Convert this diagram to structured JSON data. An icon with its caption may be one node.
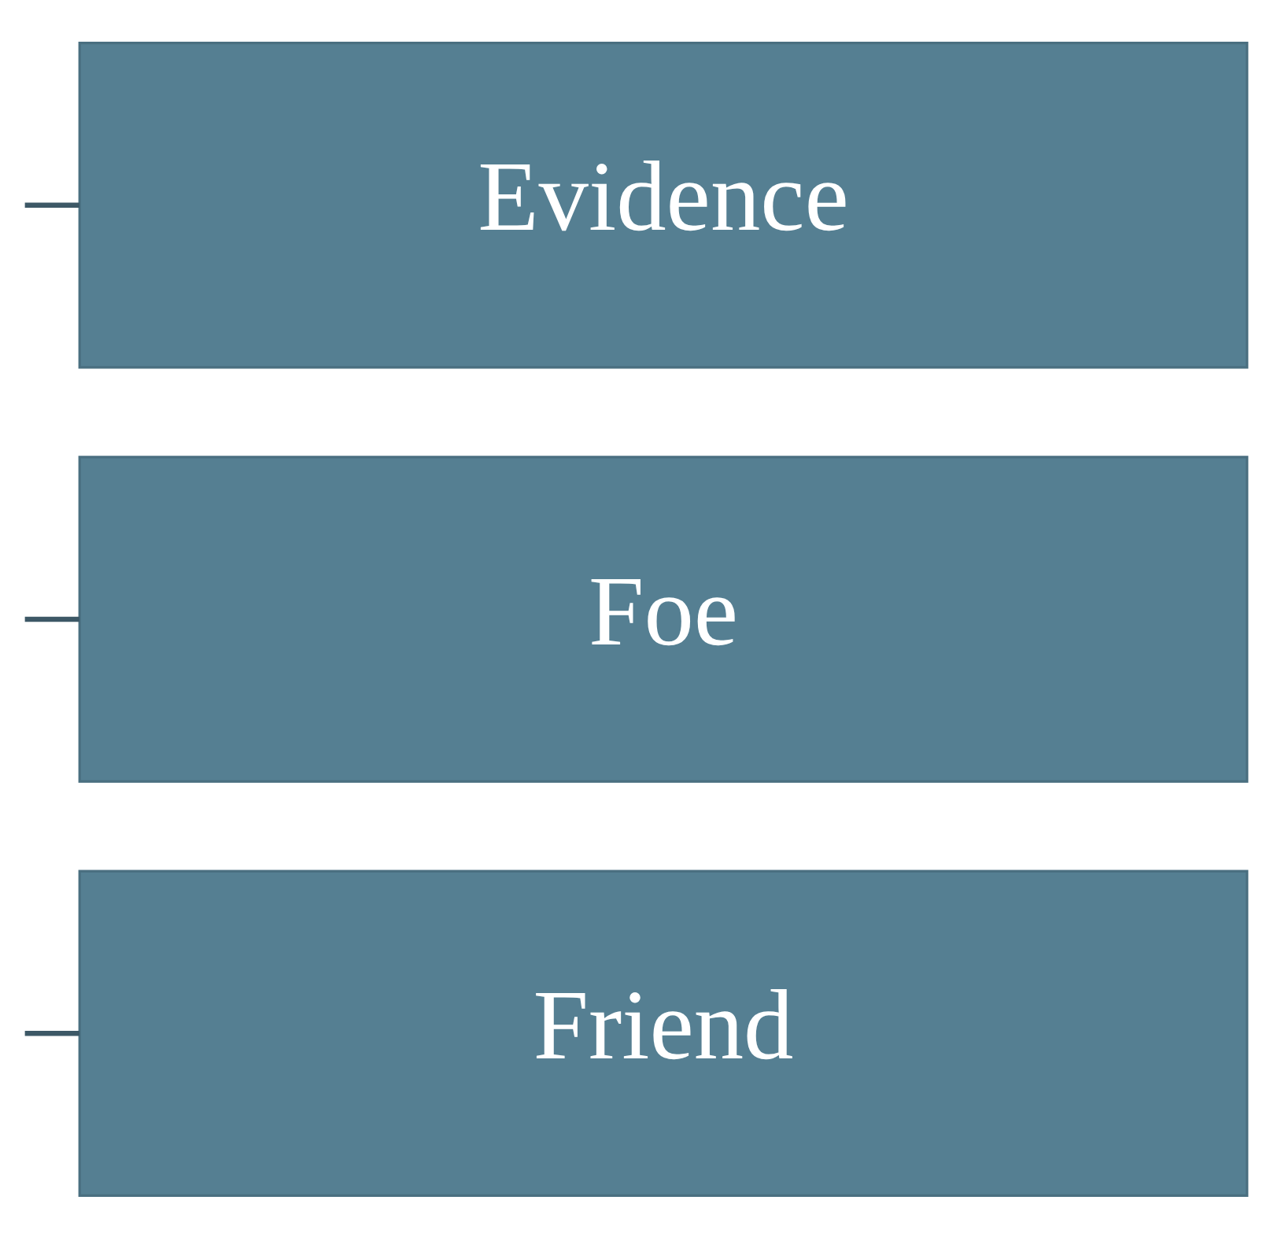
{
  "diagram": {
    "nodes": [
      {
        "text": [
          "Friend"
        ]
      },
      {
        "text": [
          "Foe"
        ]
      },
      {
        "text": [
          "Evidence"
        ]
      }
    ],
    "edges": [
      {
        "from": null,
        "to": 0,
        "arrow": "none"
      },
      {
        "from": null,
        "to": 1,
        "arrow": "none"
      },
      {
        "from": null,
        "to": 2,
        "arrow": "none"
      }
    ]
  }
}
